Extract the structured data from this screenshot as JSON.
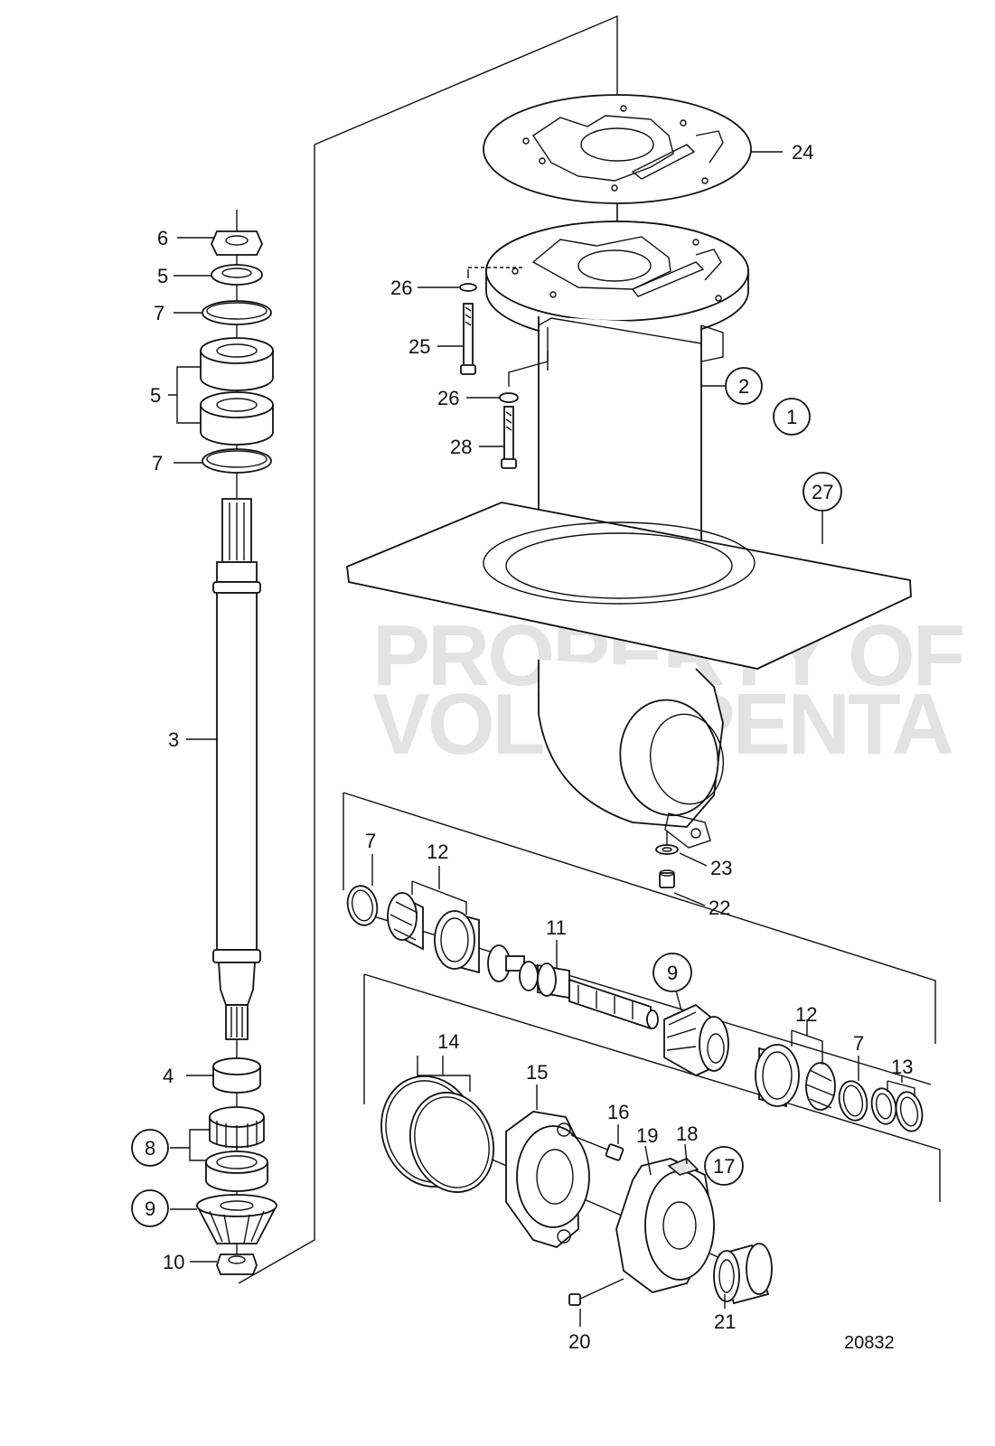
{
  "drawing": {
    "number": "20832",
    "watermark": [
      "PROPERTY OF",
      "VOLVO PENTA"
    ]
  },
  "callouts": {
    "p1": "1",
    "p2": "2",
    "p3": "3",
    "p4": "4",
    "p5a": "5",
    "p5b": "5",
    "p6": "6",
    "p7a": "7",
    "p7b": "7",
    "p7c": "7",
    "p7d": "7",
    "p8": "8",
    "p9a": "9",
    "p9b": "9",
    "p10": "10",
    "p11": "11",
    "p12a": "12",
    "p12b": "12",
    "p13": "13",
    "p14": "14",
    "p15": "15",
    "p16": "16",
    "p17": "17",
    "p18": "18",
    "p19": "19",
    "p20": "20",
    "p21": "21",
    "p22": "22",
    "p23": "23",
    "p24": "24",
    "p25": "25",
    "p26a": "26",
    "p26b": "26",
    "p27": "27",
    "p28": "28"
  }
}
